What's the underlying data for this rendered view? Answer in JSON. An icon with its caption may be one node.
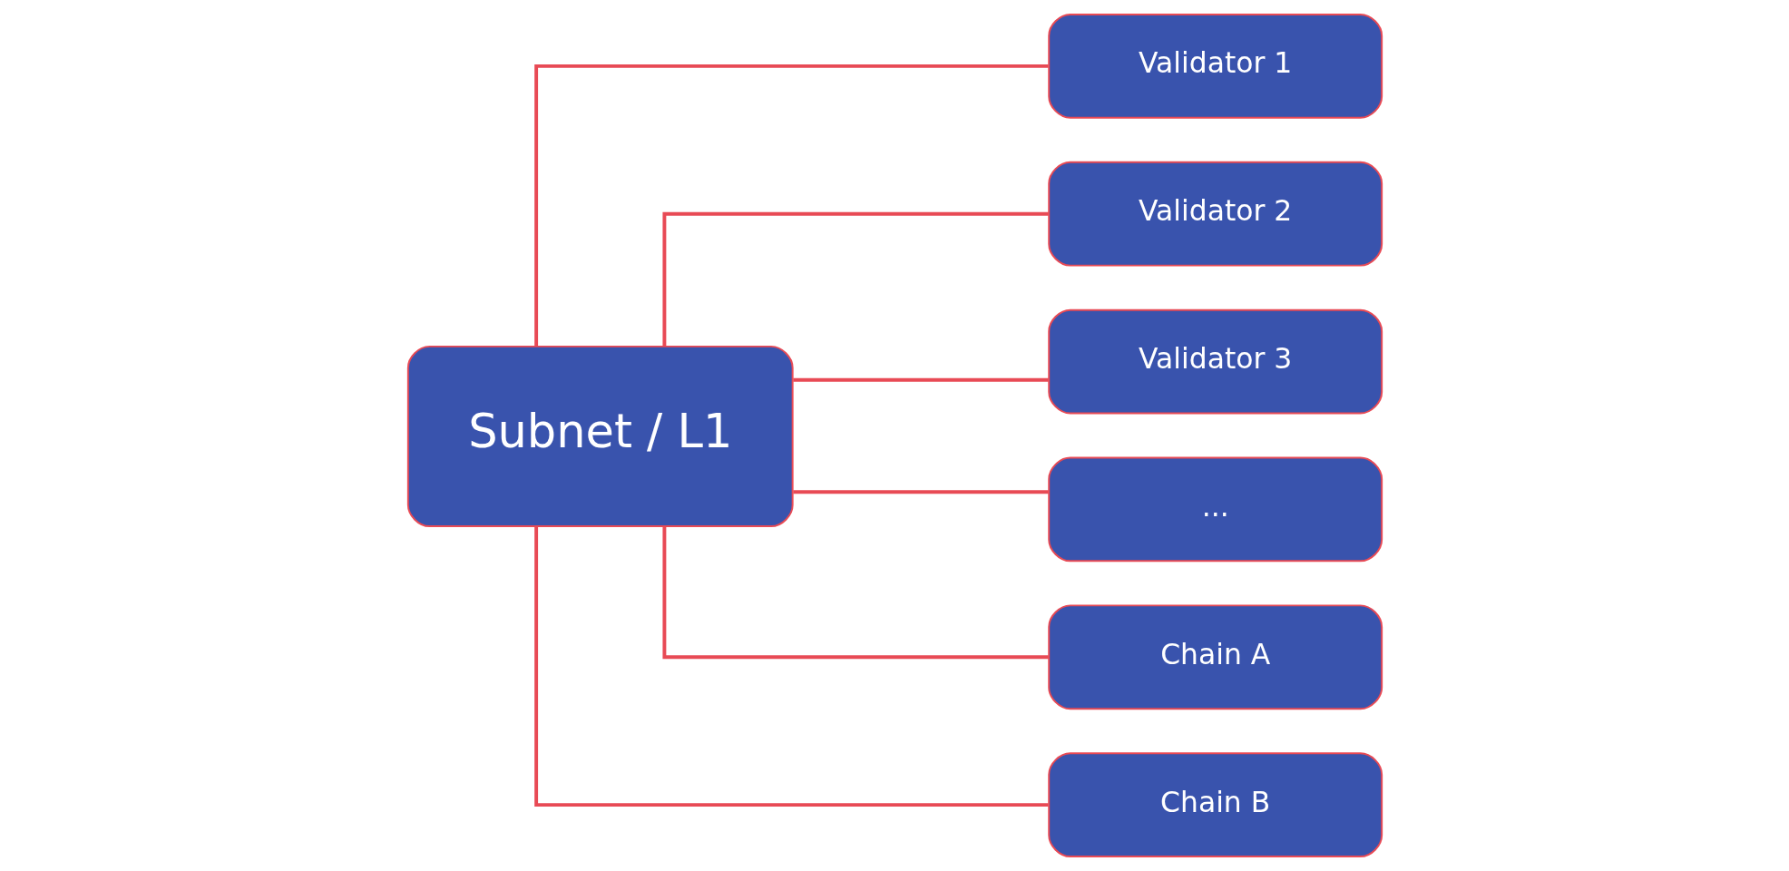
{
  "diagram": {
    "nodes": [
      {
        "text": [
          "Subnet / L1"
        ]
      },
      {
        "text": [
          "Validator 1"
        ]
      },
      {
        "text": [
          "Validator 2"
        ]
      },
      {
        "text": [
          "Validator 3"
        ]
      },
      {
        "text": [
          "..."
        ]
      },
      {
        "text": [
          "Chain A"
        ]
      },
      {
        "text": [
          "Chain B"
        ]
      }
    ],
    "edges": [
      {
        "from": 0,
        "to": 1,
        "arrow": "none"
      },
      {
        "from": 0,
        "to": 2,
        "arrow": "none"
      },
      {
        "from": 0,
        "to": 3,
        "arrow": "none"
      },
      {
        "from": 0,
        "to": 4,
        "arrow": "none"
      },
      {
        "from": 0,
        "to": 5,
        "arrow": "none"
      },
      {
        "from": 0,
        "to": 6,
        "arrow": "none"
      }
    ]
  }
}
